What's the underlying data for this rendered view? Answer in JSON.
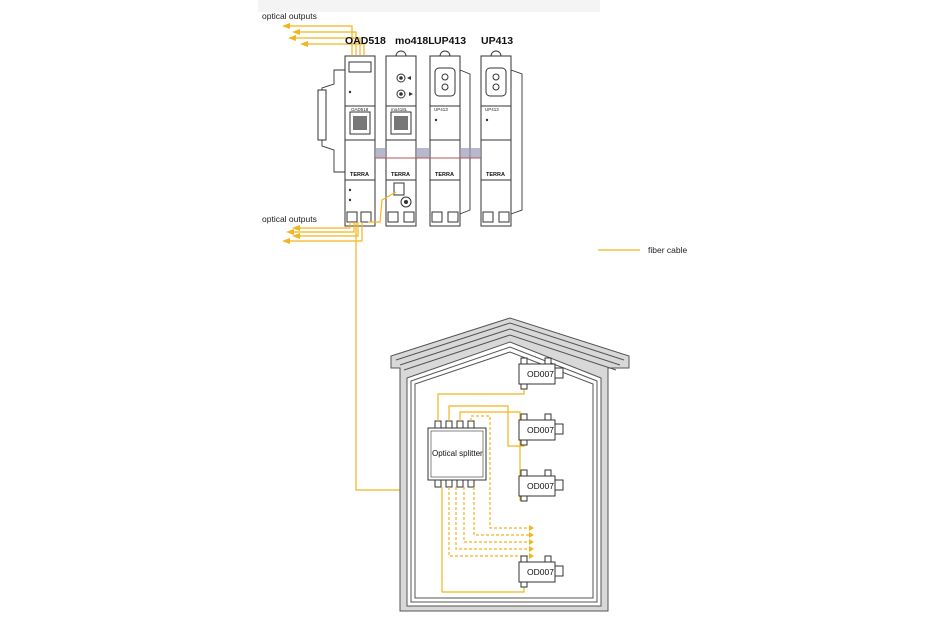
{
  "labels": {
    "optical_outputs_top": "optical outputs",
    "optical_outputs_bottom": "optical outputs",
    "legend": "fiber cable",
    "splitter": "Optical splitter"
  },
  "modules": [
    {
      "name": "OAD518",
      "terra": "TERRA",
      "panel": "OAD518"
    },
    {
      "name": "mo418L",
      "terra": "TERRA",
      "panel": "mo418L"
    },
    {
      "name": "UP413",
      "terra": "TERRA",
      "panel": "UP413"
    },
    {
      "name": "UP413",
      "terra": "TERRA",
      "panel": "UP413"
    }
  ],
  "receivers": [
    "OD007",
    "OD007",
    "OD007",
    "OD007"
  ],
  "colors": {
    "fiber": "#f2b51e",
    "house_outline": "#555555",
    "house_fill": "#d8d8d8",
    "rf_cable": "#9a9ab8"
  }
}
